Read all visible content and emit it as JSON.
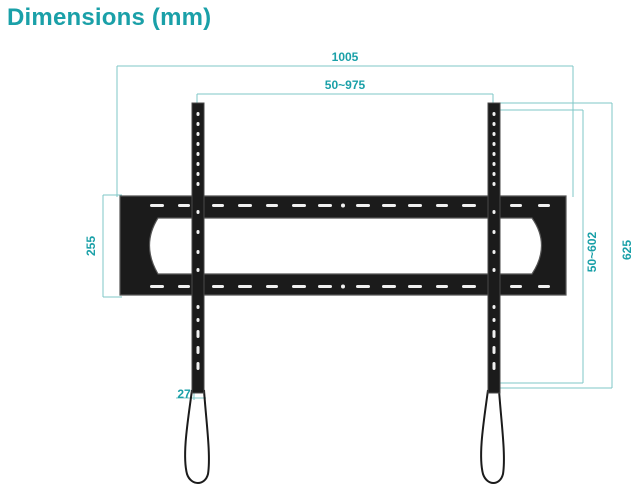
{
  "title": "Dimensions (mm)",
  "colors": {
    "accent": "#1aa0a8",
    "dimension_line": "#7fc7c7",
    "bracket": "#1b1b1b",
    "bracket_edge": "#555555"
  },
  "dimensions": {
    "overall_width": "1005",
    "vesa_horizontal": "50~975",
    "frame_height": "255",
    "vesa_vertical": "50~602",
    "overall_height": "625",
    "arm_width": "27"
  }
}
